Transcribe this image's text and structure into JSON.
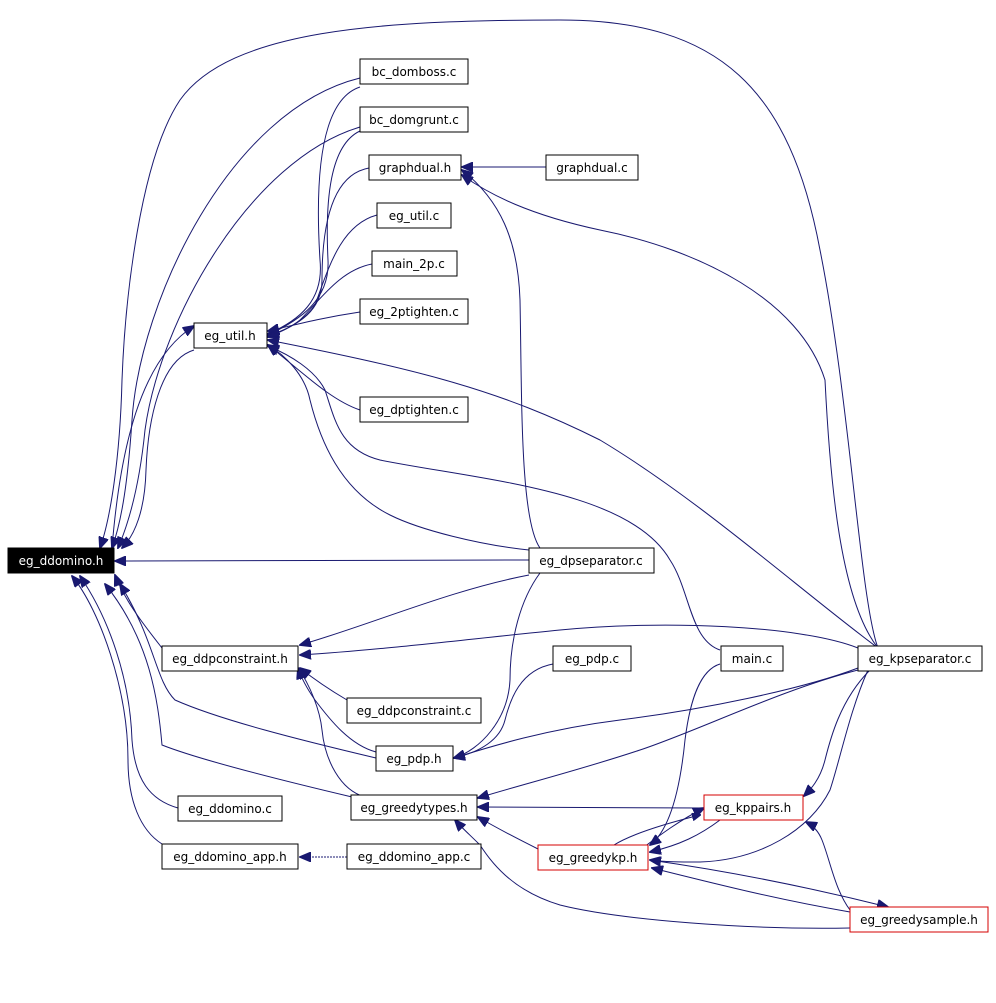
{
  "colors": {
    "edge": "#191970",
    "node_border": "#000000",
    "root_fill": "#000000",
    "root_text": "#ffffff",
    "highlight_border": "#d40000"
  },
  "nodes": {
    "eg_ddomino_h": "eg_ddomino.h",
    "bc_domboss_c": "bc_domboss.c",
    "bc_domgrunt_c": "bc_domgrunt.c",
    "graphdual_h": "graphdual.h",
    "graphdual_c": "graphdual.c",
    "eg_util_c": "eg_util.c",
    "main_2p_c": "main_2p.c",
    "eg_2ptighten_c": "eg_2ptighten.c",
    "eg_util_h": "eg_util.h",
    "eg_dptighten_c": "eg_dptighten.c",
    "eg_dpseparator_c": "eg_dpseparator.c",
    "eg_ddpconstraint_h": "eg_ddpconstraint.h",
    "eg_pdp_c": "eg_pdp.c",
    "main_c": "main.c",
    "eg_kpseparator_c": "eg_kpseparator.c",
    "eg_ddpconstraint_c": "eg_ddpconstraint.c",
    "eg_pdp_h": "eg_pdp.h",
    "eg_ddomino_c": "eg_ddomino.c",
    "eg_greedytypes_h": "eg_greedytypes.h",
    "eg_kppairs_h": "eg_kppairs.h",
    "eg_ddomino_app_h": "eg_ddomino_app.h",
    "eg_ddomino_app_c": "eg_ddomino_app.c",
    "eg_greedykp_h": "eg_greedykp.h",
    "eg_greedysample_h": "eg_greedysample.h"
  }
}
